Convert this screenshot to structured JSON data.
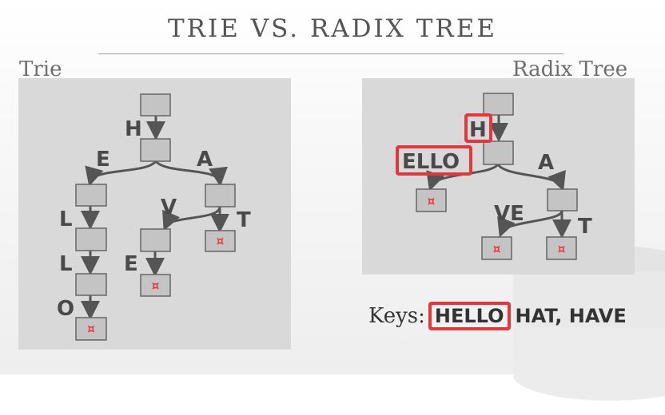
{
  "slide": {
    "title": "TRIE VS. RADIX TREE",
    "left_heading": "Trie",
    "right_heading": "Radix Tree"
  },
  "trie": {
    "edge_labels": [
      "H",
      "E",
      "A",
      "L",
      "V",
      "T",
      "L",
      "E",
      "O"
    ],
    "terminal_symbol": "¤"
  },
  "radix": {
    "edge_labels": [
      "H",
      "ELLO",
      "A",
      "VE",
      "T"
    ],
    "highlighted_labels": [
      "H",
      "ELLO"
    ],
    "terminal_symbol": "¤"
  },
  "keys": {
    "label": "Keys:",
    "highlighted": "HELLO",
    "rest": "HAT, HAVE"
  },
  "colors": {
    "panel": "#d9d9d9",
    "node": "#c4c4c4",
    "edge": "#555555",
    "highlight": "#e8353b"
  }
}
